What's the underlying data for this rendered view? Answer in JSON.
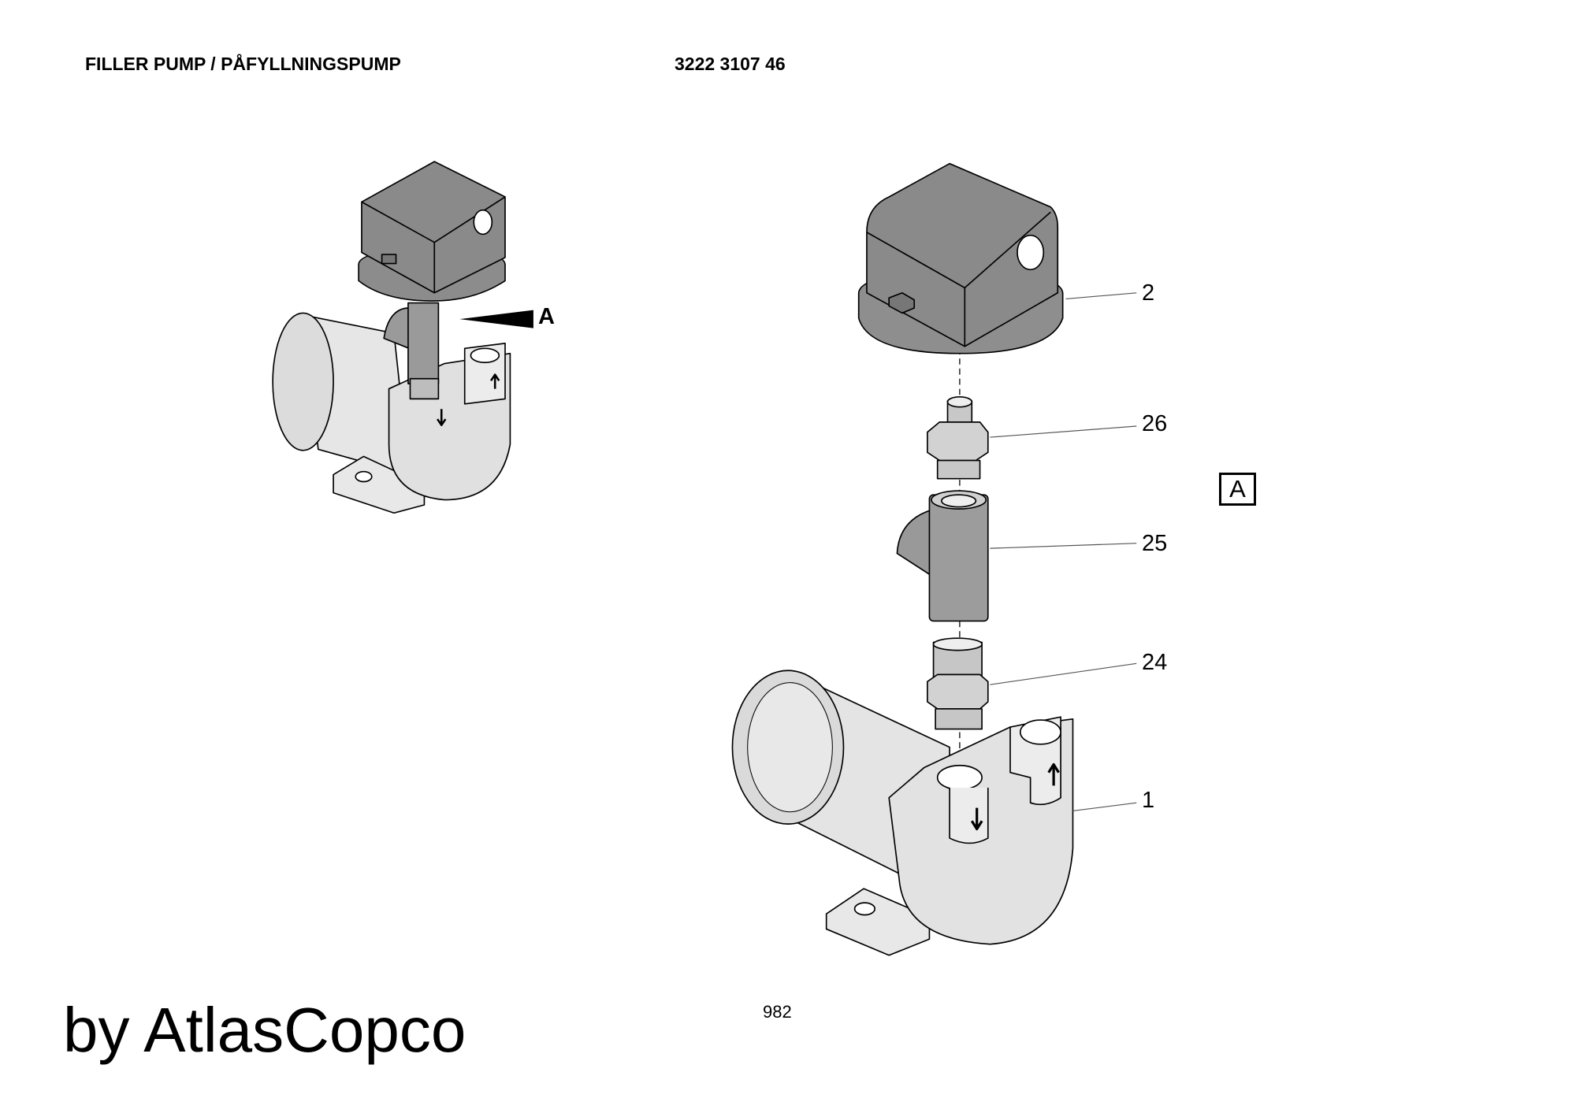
{
  "header": {
    "title": "FILLER PUMP / PÅFYLLNINGSPUMP",
    "part_number": "3222 3107 46"
  },
  "detail_marker": "A",
  "detail_box_label": "A",
  "callouts": [
    "2",
    "26",
    "25",
    "24",
    "1"
  ],
  "page_number": "982",
  "watermark": "by AtlasCopco"
}
